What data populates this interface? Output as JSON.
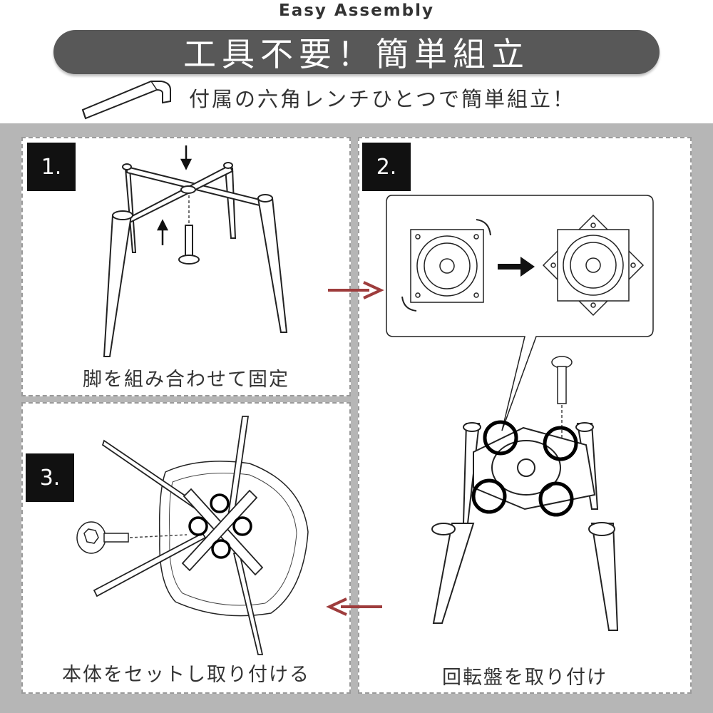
{
  "header": {
    "subtitle": "Easy Assembly",
    "title": "工具不要！簡単組立",
    "tagline": "付属の六角レンチひとつで簡単組立！"
  },
  "steps": [
    {
      "number": "1.",
      "caption": "脚を組み合わせて固定"
    },
    {
      "number": "2.",
      "caption": "回転盤を取り付け"
    },
    {
      "number": "3.",
      "caption": "本体をセットし取り付ける"
    }
  ],
  "colors": {
    "banner": "#585858",
    "background": "#b6b6b6",
    "flow_arrow": "#9e3c3c",
    "highlight_ring": "#000000"
  },
  "icons": {
    "tool": "hex-wrench-icon",
    "flow": "arrow-right-icon",
    "rotate": "rotate-arrow-icon"
  }
}
